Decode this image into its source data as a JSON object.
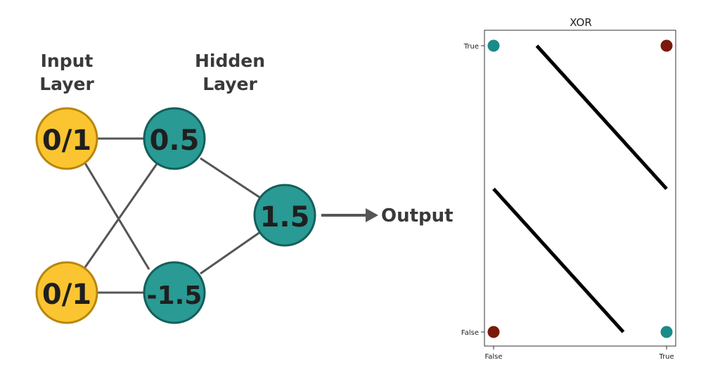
{
  "network": {
    "input_label_line1": "Input",
    "input_label_line2": "Layer",
    "hidden_label_line1": "Hidden",
    "hidden_label_line2": "Layer",
    "input_top": "0/1",
    "input_bottom": "0/1",
    "hidden_top": "0.5",
    "hidden_bottom": "-1.5",
    "output_node": "1.5",
    "output_label": "Output",
    "colors": {
      "input_fill": "#fbc531",
      "input_stroke": "#b8860b",
      "hidden_fill": "#2a9a94",
      "hidden_stroke": "#145f5b",
      "edge": "#555555"
    }
  },
  "chart_data": {
    "type": "scatter",
    "title": "XOR",
    "x_ticks": [
      "False",
      "True"
    ],
    "y_ticks": [
      "False",
      "True"
    ],
    "points": [
      {
        "x": "False",
        "y": "True",
        "class": "teal",
        "color": "#1a8a8a"
      },
      {
        "x": "True",
        "y": "True",
        "class": "red",
        "color": "#7a1a0a"
      },
      {
        "x": "False",
        "y": "False",
        "class": "red",
        "color": "#7a1a0a"
      },
      {
        "x": "True",
        "y": "False",
        "class": "teal",
        "color": "#1a8a8a"
      }
    ],
    "boundaries": [
      {
        "from": [
          0.25,
          1.0
        ],
        "to": [
          1.0,
          0.5
        ]
      },
      {
        "from": [
          0.0,
          0.5
        ],
        "to": [
          0.75,
          0.0
        ]
      }
    ],
    "boundary_color": "#000000",
    "grid": false,
    "legend": "none"
  }
}
